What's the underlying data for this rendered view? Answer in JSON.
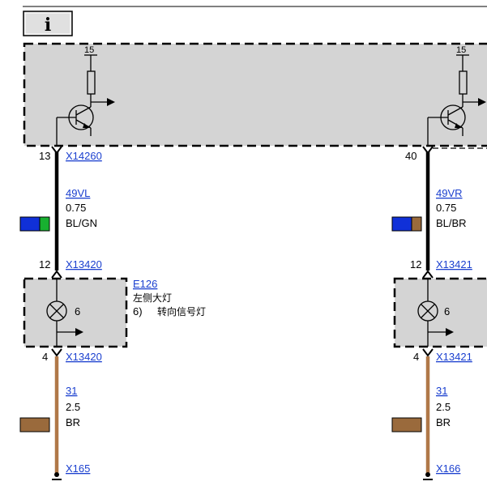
{
  "info_icon": "i",
  "supply_left": "15",
  "supply_right": "15",
  "left": {
    "pin_top": "13",
    "connector_top": "X14260",
    "wire_signal": "49VL",
    "wire_size": "0.75",
    "wire_color_code": "BL/GN",
    "swatch_colors": [
      "#1030d8",
      "#18b030"
    ],
    "pin_lamp_top": "12",
    "connector_lamp_top": "X13420",
    "lamp_pin": "6",
    "pin_lamp_bottom": "4",
    "connector_lamp_bottom": "X13420",
    "ground_wire_signal": "31",
    "ground_wire_size": "2.5",
    "ground_wire_color_code": "BR",
    "ground_swatch_color": "#9a6a3c",
    "ground_point": "X165"
  },
  "right": {
    "pin_top": "40",
    "wire_signal": "49VR",
    "wire_size": "0.75",
    "wire_color_code": "BL/BR",
    "swatch_colors": [
      "#1030d8",
      "#9a6a3c"
    ],
    "pin_lamp_top": "12",
    "connector_lamp_top": "X13421",
    "lamp_pin": "6",
    "pin_lamp_bottom": "4",
    "connector_lamp_bottom": "X13421",
    "ground_wire_signal": "31",
    "ground_wire_size": "2.5",
    "ground_wire_color_code": "BR",
    "ground_swatch_color": "#9a6a3c",
    "ground_point": "X166"
  },
  "component": {
    "id": "E126",
    "name": "左侧大灯",
    "pin_note_number": "6)",
    "pin_note_text": "转向信号灯"
  },
  "colors": {
    "box_fill": "#d4d4d4",
    "wire_black": "#000000",
    "wire_brown": "#b07848",
    "link": "#1a3fcf"
  }
}
